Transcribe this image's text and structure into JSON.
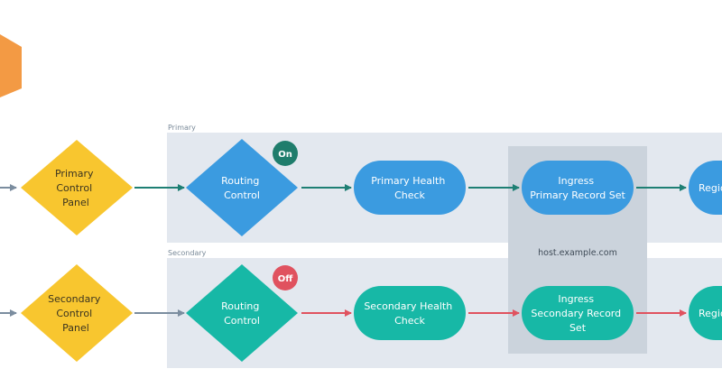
{
  "lanes": {
    "primary": {
      "label": "Primary"
    },
    "secondary": {
      "label": "Secondary"
    }
  },
  "host": {
    "label": "host.example.com"
  },
  "primary": {
    "control_panel": [
      "Primary",
      "Control",
      "Panel"
    ],
    "routing_control": [
      "Routing",
      "Control"
    ],
    "routing_state": "On",
    "health_check": [
      "Primary Health",
      "Check"
    ],
    "record_set": [
      "Ingress",
      "Primary Record Set"
    ],
    "region": "Regio"
  },
  "secondary": {
    "control_panel": [
      "Secondary",
      "Control",
      "Panel"
    ],
    "routing_control": [
      "Routing",
      "Control"
    ],
    "routing_state": "Off",
    "health_check": [
      "Secondary Health",
      "Check"
    ],
    "record_set": [
      "Ingress",
      "Secondary Record",
      "Set"
    ],
    "region": "Regio"
  },
  "colors": {
    "lane_bg": "#e3e8ef",
    "host_bg": "#cbd3dc",
    "control_panel": "#f8c62f",
    "primary_node": "#3b9be0",
    "secondary_node": "#17b8a6",
    "arrow_active": "#1e7f74",
    "arrow_inactive": "#e0525f",
    "arrow_input": "#7b8d9f",
    "badge_on": "#1f7d6c",
    "badge_off": "#e0525f",
    "hexagon": "#f39a44"
  }
}
